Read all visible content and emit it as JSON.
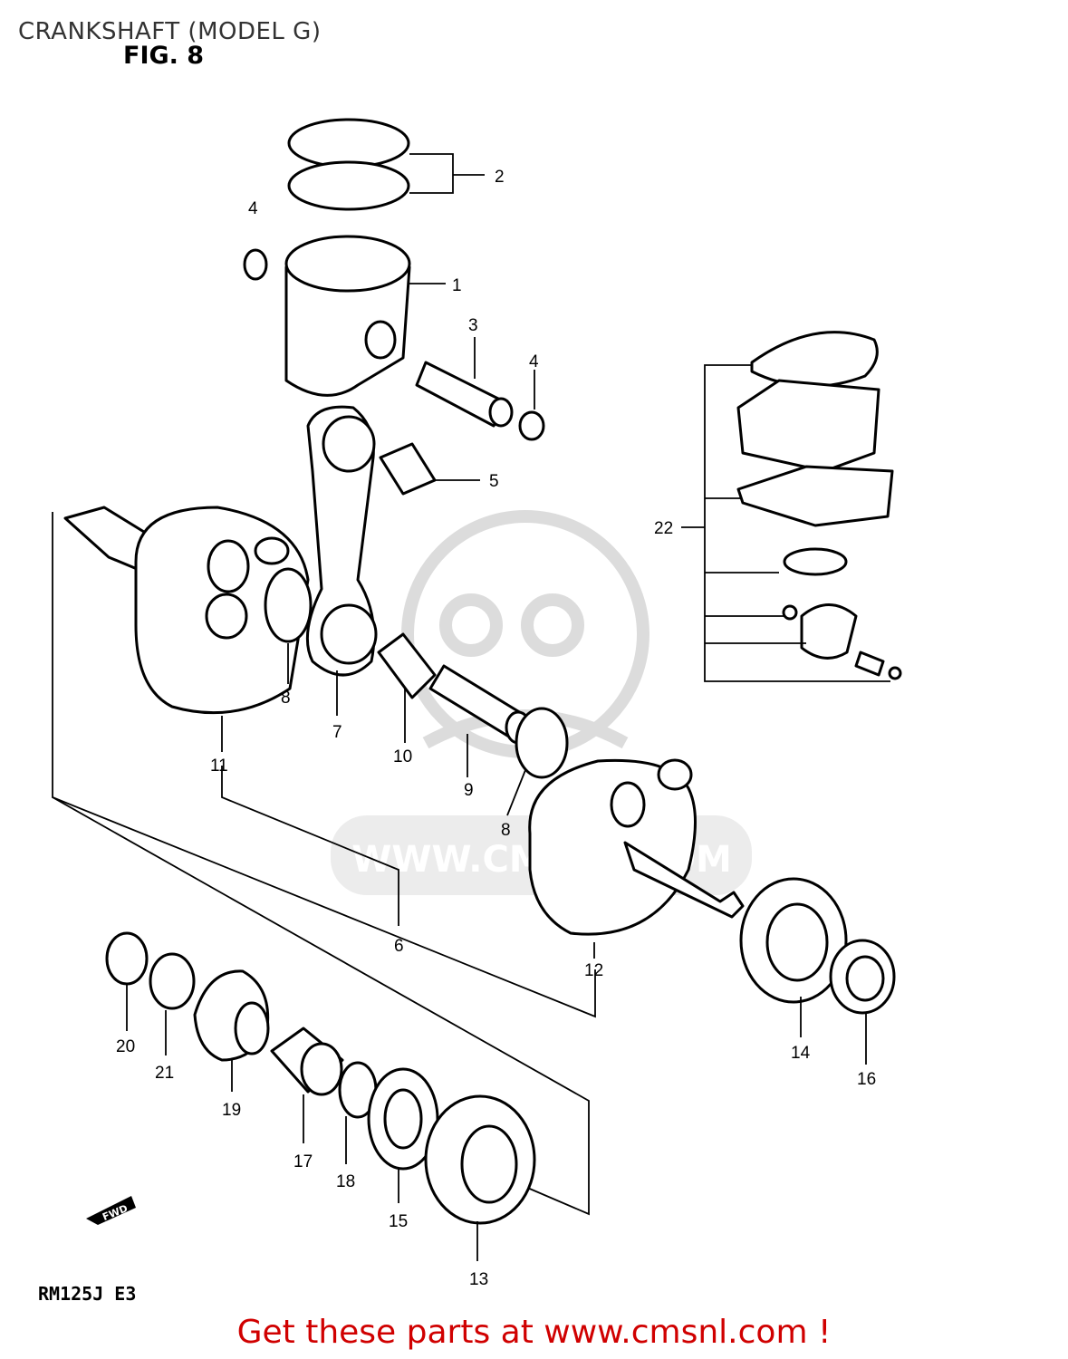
{
  "header": {
    "title": "CRANKSHAFT (MODEL G)",
    "figure": "FIG. 8"
  },
  "model_code": "RM125J E3",
  "watermark": "WWW.CMSNL.COM",
  "fwd_label": "FWD",
  "footer": {
    "text": "Get these parts at www.cmsnl.com !",
    "color": "#d00000"
  },
  "part_labels": {
    "p1": "1",
    "p2": "2",
    "p3": "3",
    "p4a": "4",
    "p4b": "4",
    "p5": "5",
    "p6": "6",
    "p7": "7",
    "p8a": "8",
    "p8b": "8",
    "p9": "9",
    "p10": "10",
    "p11": "11",
    "p12": "12",
    "p13": "13",
    "p14": "14",
    "p15": "15",
    "p16": "16",
    "p17": "17",
    "p18": "18",
    "p19": "19",
    "p20": "20",
    "p21": "21",
    "p22": "22"
  }
}
